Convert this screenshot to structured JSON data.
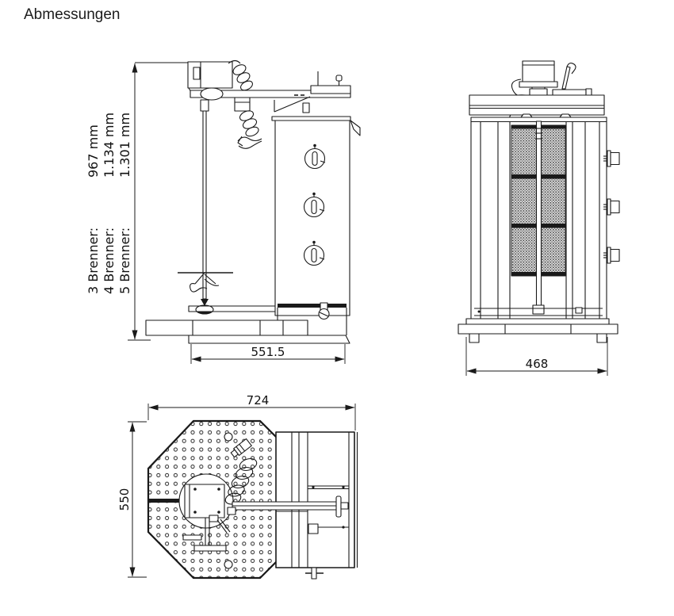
{
  "page": {
    "title": "Abmessungen"
  },
  "colors": {
    "line": "#1a1a1a",
    "background": "#ffffff"
  },
  "views": {
    "side": {
      "height_dimension": {
        "rows": [
          {
            "burners": "3 Brenner:",
            "height": "967 mm"
          },
          {
            "burners": "4 Brenner:",
            "height": "1.134 mm"
          },
          {
            "burners": "5 Brenner:",
            "height": "1.301 mm"
          }
        ]
      },
      "depth_dimension": "551.5"
    },
    "front": {
      "width_dimension": "468"
    },
    "top": {
      "width_dimension": "724",
      "depth_dimension": "550"
    }
  }
}
